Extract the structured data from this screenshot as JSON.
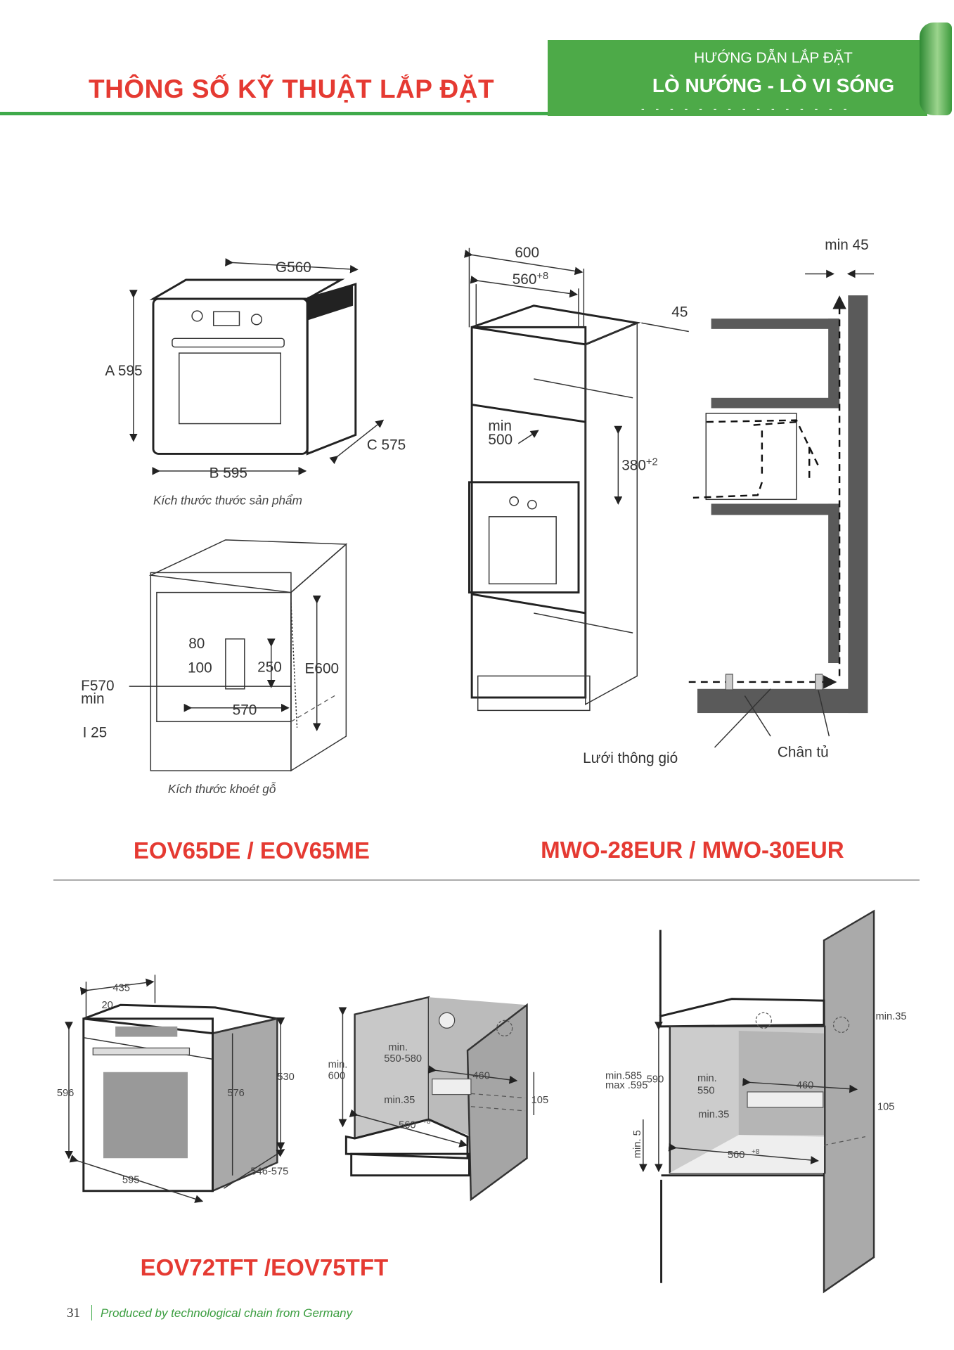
{
  "header": {
    "title": "THÔNG SỐ KỸ THUẬT LẮP ĐẶT",
    "banner_subtitle": "HƯỚNG DẪN LẮP ĐẶT",
    "banner_title": "LÒ NƯỚNG - LÒ VI SÓNG",
    "banner_dashes": "- - - - - - - - - - - - - - -",
    "brand_color": "#4daa48",
    "accent_color": "#e53a32"
  },
  "section1": {
    "model": "EOV65DE / EOV65ME",
    "product": {
      "g": "G560",
      "a": "A 595",
      "c": "C 575",
      "b": "B 595",
      "caption": "Kích thước thước sản phẩm"
    },
    "cutout": {
      "d80": "80",
      "d100": "100",
      "d250": "250",
      "e": "E600",
      "f1": "F570",
      "f2": "min",
      "d570": "570",
      "i": "I 25",
      "caption": "Kích thước khoét gỗ"
    }
  },
  "section2": {
    "model": "MWO-28EUR / MWO-30EUR",
    "d600": "600",
    "d560": "560",
    "d560_tol": "+8",
    "d45": "45",
    "min500_a": "min",
    "min500_b": "500",
    "d380": "380",
    "d380_tol": "+2",
    "min45": "min 45",
    "vent_label": "Lưới thông gió",
    "foot_label": "Chân tủ"
  },
  "section3": {
    "model": "EOV72TFT /EOV75TFT",
    "oven": {
      "d435": "435",
      "d20": "20",
      "d596": "596",
      "d576": "576",
      "d530": "530",
      "d595": "595",
      "d546": "546-575"
    },
    "cabinet": {
      "min600_a": "min.",
      "min600_b": "600",
      "min550_a": "min.",
      "min550_b": "550-580",
      "d460": "460",
      "min35": "min.35",
      "d105": "105",
      "d560": "560",
      "d560_tol": "+8"
    },
    "tall": {
      "min585": "min.585",
      "max595": "max .595",
      "d590": "590",
      "min550_a": "min.",
      "min550_b": "550",
      "d460": "460",
      "d105": "105",
      "min35": "min.35",
      "min5": "min. 5",
      "d560": "560",
      "d560_tol": "+8",
      "min35_top": "min.35"
    }
  },
  "footer": {
    "page": "31",
    "text": "Produced by technological chain from Germany"
  }
}
